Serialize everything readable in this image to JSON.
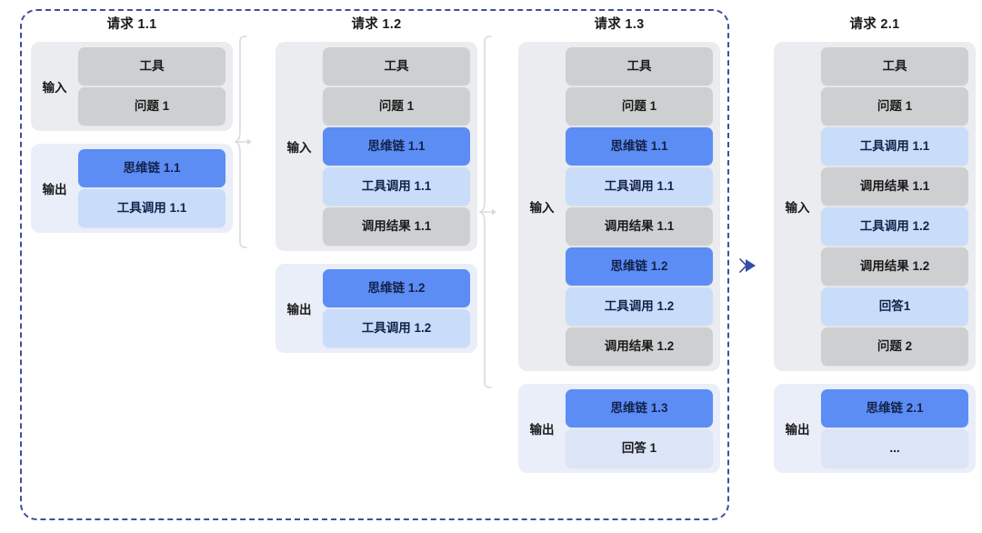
{
  "diagram": {
    "title_hidden": "",
    "colors": {
      "session_border": "#3f4f9e",
      "input_panel_bg": "#eaecef",
      "output_panel_bg": "#e9eef9",
      "gray_item": "#cdcfd1",
      "blue_item": "#5b8df5",
      "light_blue_item": "#c9dcfa",
      "palest_item": "#dbe5f7",
      "brace_stroke": "#d8dade",
      "arrow_blue": "#2f4ea8"
    },
    "labels": {
      "input": "输入",
      "output": "输出"
    },
    "columns": [
      {
        "title": "请求 1.1",
        "input": [
          {
            "text": "工具",
            "style": "gray"
          },
          {
            "text": "问题 1",
            "style": "gray"
          }
        ],
        "output": [
          {
            "text": "思维链 1.1",
            "style": "blue"
          },
          {
            "text": "工具调用 1.1",
            "style": "lightblue"
          }
        ]
      },
      {
        "title": "请求 1.2",
        "input": [
          {
            "text": "工具",
            "style": "gray"
          },
          {
            "text": "问题 1",
            "style": "gray"
          },
          {
            "text": "思维链 1.1",
            "style": "blue"
          },
          {
            "text": "工具调用 1.1",
            "style": "lightblue"
          },
          {
            "text": "调用结果 1.1",
            "style": "gray"
          }
        ],
        "output": [
          {
            "text": "思维链 1.2",
            "style": "blue"
          },
          {
            "text": "工具调用 1.2",
            "style": "lightblue"
          }
        ]
      },
      {
        "title": "请求 1.3",
        "input": [
          {
            "text": "工具",
            "style": "gray"
          },
          {
            "text": "问题 1",
            "style": "gray"
          },
          {
            "text": "思维链 1.1",
            "style": "blue"
          },
          {
            "text": "工具调用 1.1",
            "style": "lightblue"
          },
          {
            "text": "调用结果 1.1",
            "style": "gray"
          },
          {
            "text": "思维链 1.2",
            "style": "blue"
          },
          {
            "text": "工具调用 1.2",
            "style": "lightblue"
          },
          {
            "text": "调用结果 1.2",
            "style": "gray"
          }
        ],
        "output": [
          {
            "text": "思维链 1.3",
            "style": "blue"
          },
          {
            "text": "回答 1",
            "style": "palest"
          }
        ]
      },
      {
        "title": "请求 2.1",
        "input": [
          {
            "text": "工具",
            "style": "gray"
          },
          {
            "text": "问题 1",
            "style": "gray"
          },
          {
            "text": "工具调用 1.1",
            "style": "lightblue"
          },
          {
            "text": "调用结果 1.1",
            "style": "gray"
          },
          {
            "text": "工具调用 1.2",
            "style": "lightblue"
          },
          {
            "text": "调用结果 1.2",
            "style": "gray"
          },
          {
            "text": "回答1",
            "style": "lightblue"
          },
          {
            "text": "问题 2",
            "style": "gray"
          }
        ],
        "output": [
          {
            "text": "思维链 2.1",
            "style": "blue"
          },
          {
            "text": "...",
            "style": "palest"
          }
        ]
      }
    ]
  }
}
